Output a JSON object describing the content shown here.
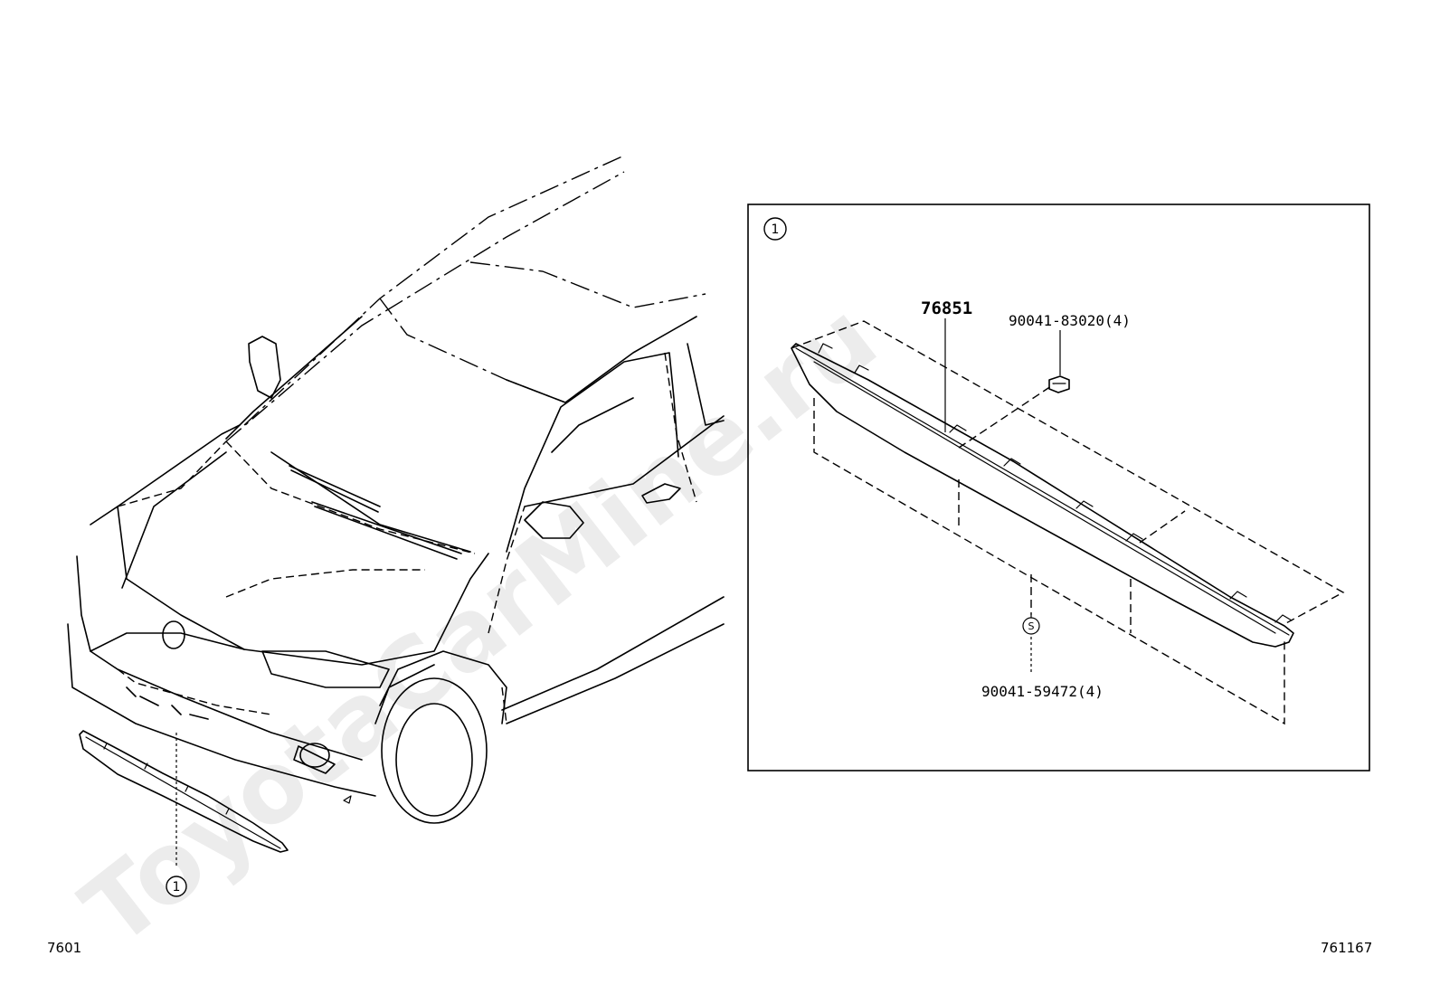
{
  "watermark": "ToyotaCarMine.ru",
  "callouts": {
    "ref_number": "1",
    "bolt_symbol": "S"
  },
  "parts": {
    "main_part": "76851",
    "clip": "90041-83020(4)",
    "screw": "90041-59472(4)"
  },
  "footer": {
    "left_code": "7601",
    "right_code": "761167"
  }
}
